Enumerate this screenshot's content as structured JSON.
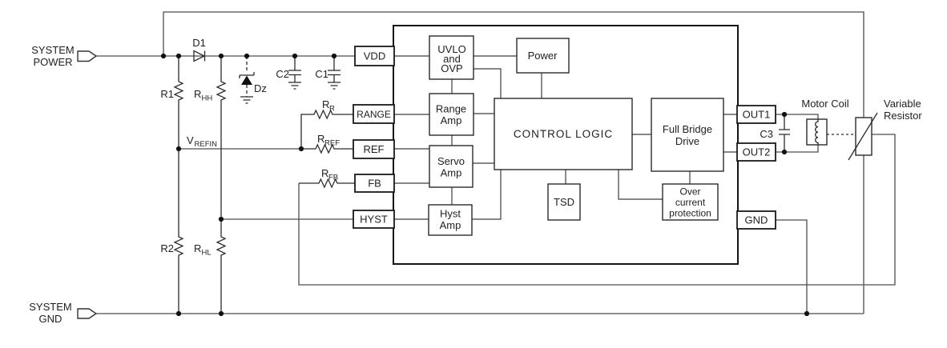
{
  "colors": {
    "background": "#ffffff",
    "wire": "#4d4d4d",
    "block_border": "#1a1a1a",
    "text": "#1f1f1f"
  },
  "flags": {
    "power": {
      "line1": "SYSTEM",
      "line2": "POWER"
    },
    "gnd": {
      "line1": "SYSTEM",
      "line2": "GND"
    }
  },
  "external": {
    "d1": "D1",
    "dz": "Dz",
    "c1": "C1",
    "c2": "C2",
    "c3": "C3",
    "r1": "R1",
    "r2": "R2",
    "rhh": {
      "base": "R",
      "sub": "HH"
    },
    "rhl": {
      "base": "R",
      "sub": "HL"
    },
    "rr": {
      "base": "R",
      "sub": "R"
    },
    "rref": {
      "base": "R",
      "sub": "REF"
    },
    "rfb": {
      "base": "R",
      "sub": "FB"
    },
    "vrefin": {
      "base": "V",
      "sub": "REFIN"
    },
    "motor_coil": "Motor Coil",
    "variable_resistor": {
      "line1": "Variable",
      "line2": "Resistor"
    }
  },
  "ic": {
    "pins": {
      "vdd": "VDD",
      "range": "RANGE",
      "ref": "REF",
      "fb": "FB",
      "hyst": "HYST",
      "out1": "OUT1",
      "out2": "OUT2",
      "gnd": "GND"
    },
    "blocks": {
      "uvlo": {
        "line1": "UVLO",
        "line2": "and",
        "line3": "OVP"
      },
      "power": "Power",
      "range_amp": {
        "line1": "Range",
        "line2": "Amp"
      },
      "servo_amp": {
        "line1": "Servo",
        "line2": "Amp"
      },
      "hyst_amp": {
        "line1": "Hyst",
        "line2": "Amp"
      },
      "control_logic": "CONTROL LOGIC",
      "tsd": "TSD",
      "full_bridge": {
        "line1": "Full Bridge",
        "line2": "Drive"
      },
      "over_current": {
        "line1": "Over",
        "line2": "current",
        "line3": "protection"
      }
    }
  }
}
